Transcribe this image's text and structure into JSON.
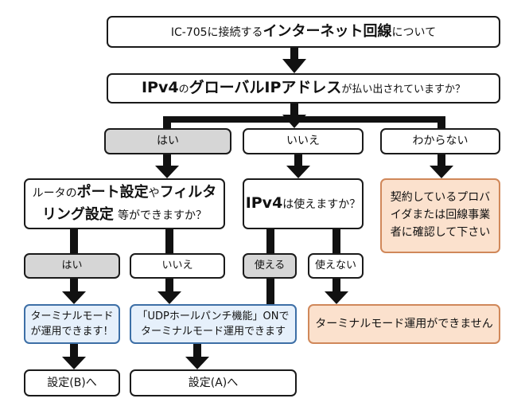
{
  "top": {
    "prefix": "IC-705に接続する",
    "emph": "インターネット回線",
    "suffix": "について"
  },
  "q1": {
    "emph1": "IPv4",
    "small1": "の",
    "emph2": "グローバルIPアドレス",
    "small2": "が払い出されていますか？"
  },
  "answers1": {
    "yes": "はい",
    "no": "いいえ",
    "unknown": "わからない"
  },
  "q_router": {
    "line1_a": "ルータの",
    "line1_b": "ポート設定",
    "line1_c": "や",
    "line1_d": "フィルタ",
    "line2_a": "リング設定",
    "line2_b": "等ができますか？"
  },
  "q_ipv4": {
    "emph": "IPv4",
    "rest": "は使えますか？"
  },
  "contact": {
    "text": "契約しているプロバイダまたは回線事業者に確認して下さい"
  },
  "answers2": {
    "yes": "はい",
    "no": "いいえ",
    "usable": "使える",
    "unusable": "使えない"
  },
  "result_b": {
    "line1": "ターミナルモード",
    "line2": "が運用できます！"
  },
  "result_upd": {
    "line1": "「UDPホールパンチ機能」ONで",
    "line2": "ターミナルモード運用できます"
  },
  "result_none": {
    "text": "ターミナルモード運用ができません"
  },
  "settings": {
    "b": "設定(B)へ",
    "a": "設定(A)へ"
  }
}
